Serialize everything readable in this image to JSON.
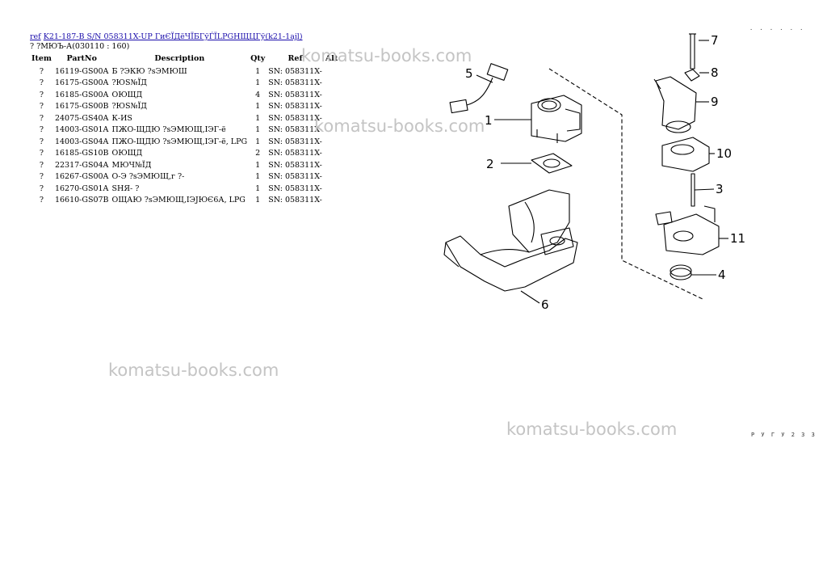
{
  "breadcrumb": {
    "ref_link": "ref",
    "model_link": "K21-187-B S/N 058311X-UP ГиЄЇДёЧЇБГўЃЇLPGНЩЦГў(k21-1ajl)"
  },
  "subtitle": "? ?МЮЪ-А(030110 : 160)",
  "table": {
    "headers": {
      "item": "Item",
      "partno": "PartNo",
      "description": "Description",
      "qty": "Qty",
      "ref": "Ref",
      "alt": "Alt"
    },
    "rows": [
      {
        "item": "?",
        "partno": "16119-GS00A",
        "description": "Б ?ЭКЮ ?sЭМЮШ",
        "qty": "1",
        "ref": "SN: 058311X-"
      },
      {
        "item": "?",
        "partno": "16175-GS00A",
        "description": "?ЮS№ЇД",
        "qty": "1",
        "ref": "SN: 058311X-"
      },
      {
        "item": "?",
        "partno": "16185-GS00A",
        "description": "ОЮЩД",
        "qty": "4",
        "ref": "SN: 058311X-"
      },
      {
        "item": "?",
        "partno": "16175-GS00B",
        "description": "?ЮS№ЇД",
        "qty": "1",
        "ref": "SN: 058311X-"
      },
      {
        "item": "?",
        "partno": "24075-GS40A",
        "description": "К-ИS",
        "qty": "1",
        "ref": "SN: 058311X-"
      },
      {
        "item": "?",
        "partno": "14003-GS01A",
        "description": "ПЖО-ЩДЮ ?sЭМЮЩ,IЭГ-ё",
        "qty": "1",
        "ref": "SN: 058311X-"
      },
      {
        "item": "?",
        "partno": "14003-GS04A",
        "description": "ПЖО-ЩДЮ ?sЭМЮЩ,IЭГ-ё, LPG",
        "qty": "1",
        "ref": "SN: 058311X-"
      },
      {
        "item": "?",
        "partno": "16185-GS10B",
        "description": "ОЮЩД",
        "qty": "2",
        "ref": "SN: 058311X-"
      },
      {
        "item": "?",
        "partno": "22317-GS04A",
        "description": "МЮЧ№ЇД",
        "qty": "1",
        "ref": "SN: 058311X-"
      },
      {
        "item": "?",
        "partno": "16267-GS00A",
        "description": "О-Э ?sЭМЮЩ,г ?-",
        "qty": "1",
        "ref": "SN: 058311X-"
      },
      {
        "item": "?",
        "partno": "16270-GS01A",
        "description": "SНЯ- ?",
        "qty": "1",
        "ref": "SN: 058311X-"
      },
      {
        "item": "?",
        "partno": "16610-GS07B",
        "description": "ОЩАЮ ?sЭМЮЩ,IЭЈЮЄ6А, LPG",
        "qty": "1",
        "ref": "SN: 058311X-"
      }
    ]
  },
  "watermarks": [
    "komatsu-books.com",
    "komatsu-books.com",
    "komatsu-books.com",
    "komatsu-books.com"
  ],
  "diagram": {
    "callouts": [
      "1",
      "2",
      "3",
      "4",
      "5",
      "6",
      "7",
      "8",
      "9",
      "10",
      "11"
    ],
    "corner_code_top": "· · · · · ·",
    "corner_code_bottom": "Р У Г У 2 3 3"
  }
}
